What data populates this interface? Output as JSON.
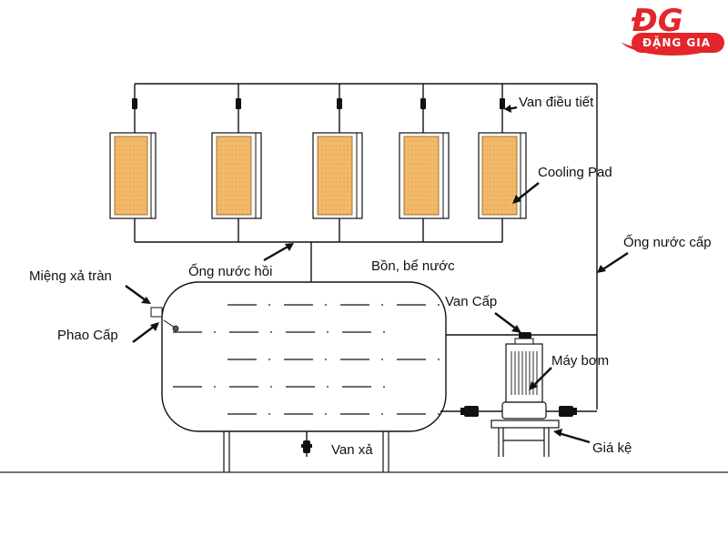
{
  "brand": {
    "mark": "ĐG",
    "name": "ĐẶNG GIA",
    "color": "#e3262b"
  },
  "labels": {
    "valve_adjust": "Van điều tiết",
    "cooling_pad": "Cooling Pad",
    "supply_pipe": "Ống nước cấp",
    "return_pipe": "Ống nước hồi",
    "tank": "Bồn, bể nước",
    "overflow": "Miệng xả tràn",
    "float_valve": "Phao Cấp",
    "supply_valve": "Van Cấp",
    "pump": "Máy bơm",
    "stand": "Giá kệ",
    "drain_valve": "Van xả"
  },
  "colors": {
    "line": "#1a1a1a",
    "pad_fill": "#f2b96a",
    "pad_stripe": "#d98e2e"
  }
}
